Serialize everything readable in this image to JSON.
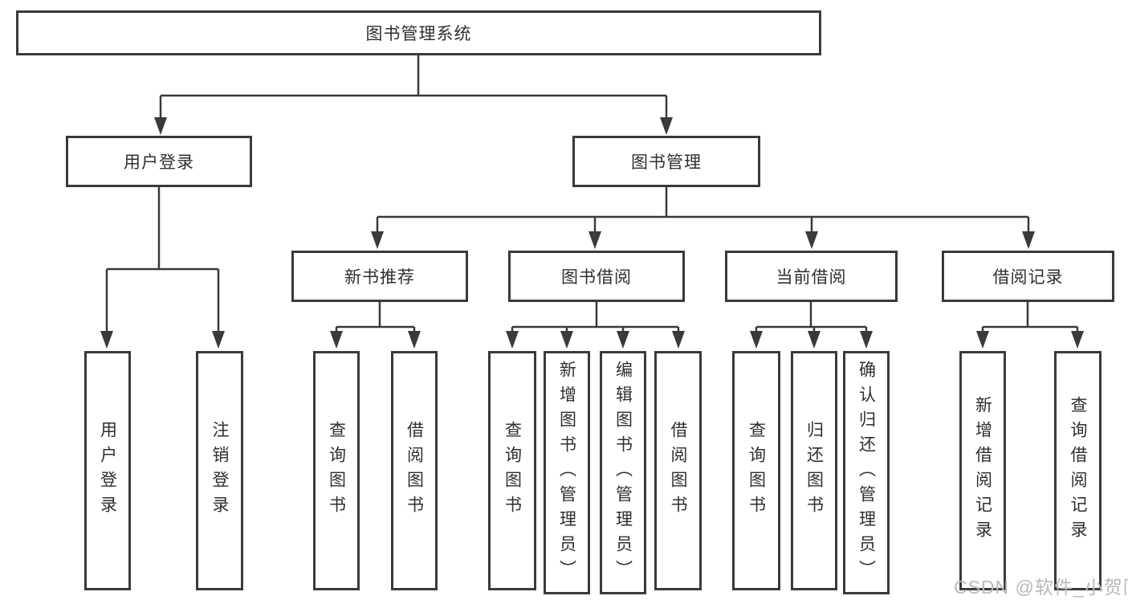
{
  "diagram": {
    "root": "图书管理系统",
    "level2": {
      "user_login": "用户登录",
      "book_mgmt": "图书管理"
    },
    "level3": {
      "new_books": "新书推荐",
      "borrow": "图书借阅",
      "current": "当前借阅",
      "records": "借阅记录"
    },
    "leaves": {
      "user_login": "用户登录",
      "logout": "注销登录",
      "nb_query": "查询图书",
      "nb_borrow": "借阅图书",
      "bb_query": "查询图书",
      "bb_add": "新增图书（管理员）",
      "bb_edit": "编辑图书（管理员）",
      "bb_borrow": "借阅图书",
      "cb_query": "查询图书",
      "cb_return": "归还图书",
      "cb_confirm": "确认归还（管理员）",
      "br_add": "新增借阅记录",
      "br_query": "查询借阅记录"
    }
  },
  "watermark": "CSDN @软件_小贺同学",
  "colors": {
    "line": "#3a3a3a",
    "text": "#2f2f2f",
    "watermark": "#b9b9b9",
    "background": "#ffffff"
  }
}
